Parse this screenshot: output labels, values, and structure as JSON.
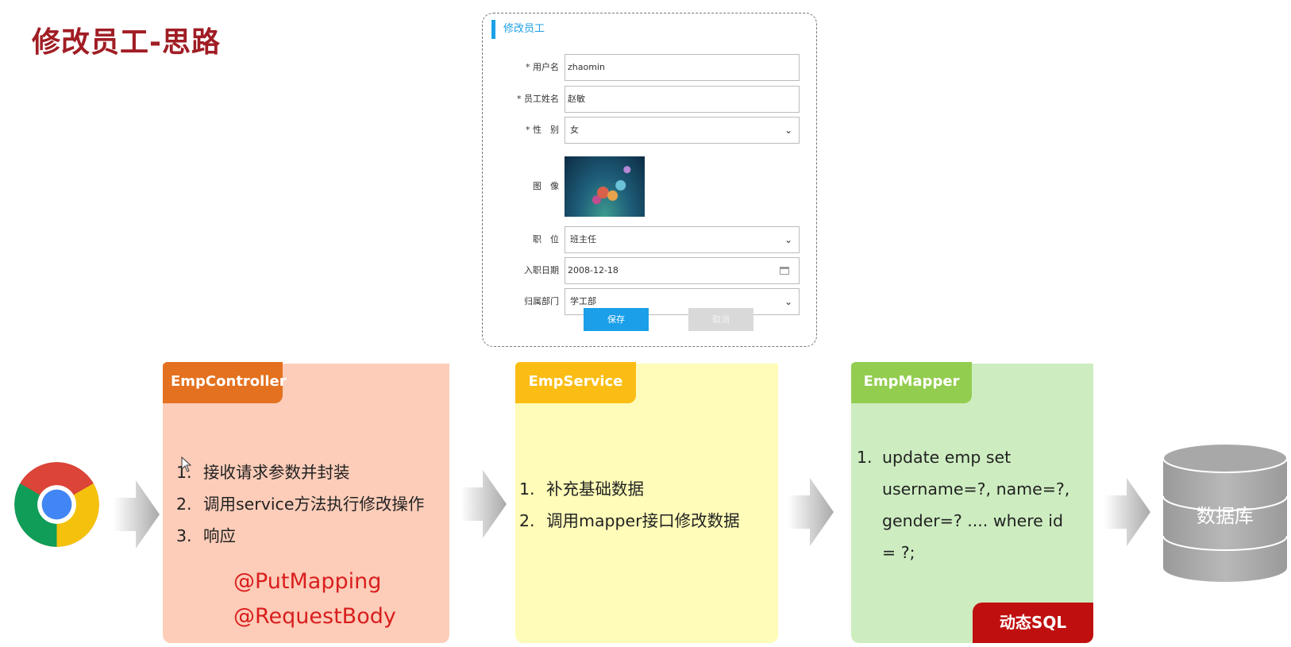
{
  "title": "修改员工-思路",
  "form": {
    "header": "修改员工",
    "fields": [
      {
        "label": "* 用户名",
        "value": "zhaomin"
      },
      {
        "label": "* 员工姓名",
        "value": "赵敏"
      },
      {
        "label": "* 性　别",
        "value": "女"
      },
      {
        "label": "图　像",
        "value": ""
      },
      {
        "label": "职　位",
        "value": "班主任"
      },
      {
        "label": "入职日期",
        "value": "2008-12-18"
      },
      {
        "label": "归属部门",
        "value": "学工部"
      }
    ],
    "save_label": "保存",
    "cancel_label": "取消"
  },
  "controller": {
    "name": "EmpController",
    "steps": [
      "1.",
      "接收请求参数并封装",
      "2.",
      "调用service方法执行修改操作",
      "3.",
      "响应"
    ],
    "annotations": [
      "@PutMapping",
      "@RequestBody"
    ]
  },
  "service": {
    "name": "EmpService",
    "steps": [
      "1.",
      "补充基础数据",
      "2.",
      "调用mapper接口修改数据"
    ]
  },
  "mapper": {
    "name": "EmpMapper",
    "sql_lines": [
      "update emp set",
      "username=?, name=?,",
      "gender=? .... where id",
      "= ?;"
    ],
    "sql_num": "1.",
    "badge": "动态SQL"
  },
  "database": {
    "label": "数据库"
  },
  "colors": {
    "title": "#a01d24",
    "controller_tab": "#e4711f",
    "controller_bg": "#fdcdb9",
    "service_tab": "#fbbd14",
    "service_bg": "#fefcb8",
    "mapper_tab": "#93cd4f",
    "mapper_bg": "#cdedc0",
    "badge": "#c00f0f",
    "annotation": "#d91e1e",
    "accent": "#1a9fe8"
  },
  "icons": [
    "chrome-browser-icon",
    "right-arrow-icon",
    "database-icon",
    "calendar-icon",
    "chevron-down-icon",
    "mouse-cursor-icon"
  ]
}
